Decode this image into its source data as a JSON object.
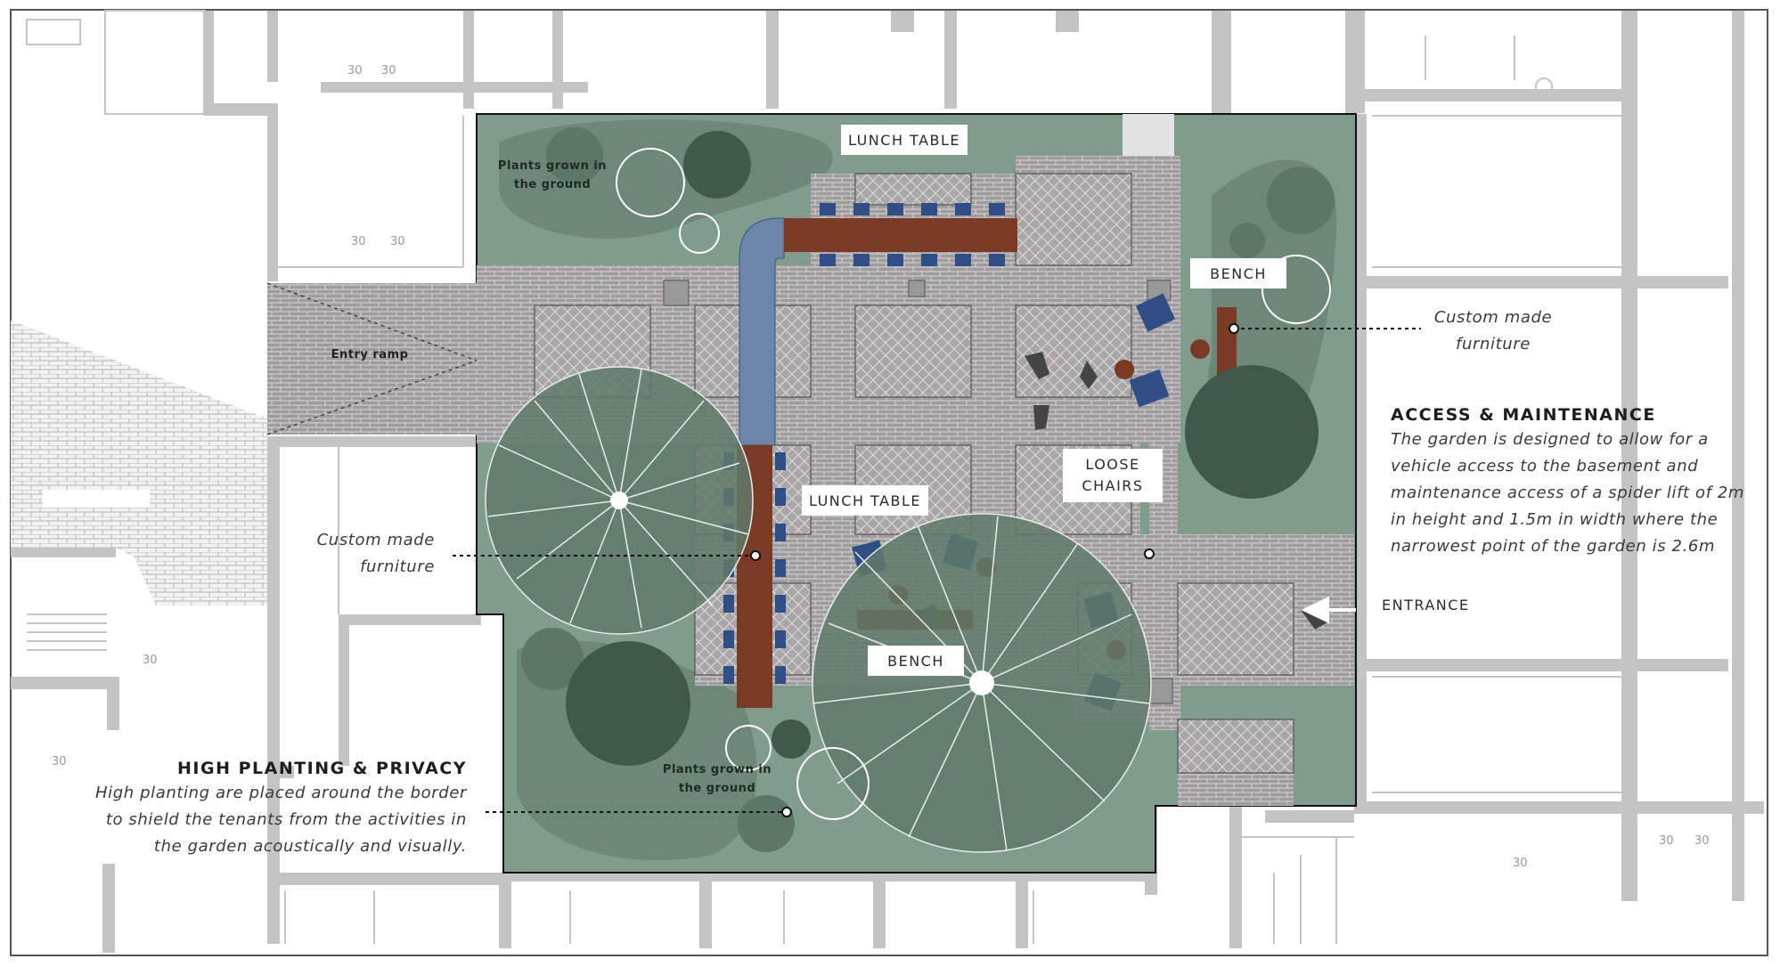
{
  "labels": {
    "lunch_table_top": "LUNCH TABLE",
    "lunch_table_mid": "LUNCH TABLE",
    "bench_right": "BENCH",
    "bench_bottom": "BENCH",
    "loose_chairs": [
      "LOOSE",
      "CHAIRS"
    ],
    "entrance": "ENTRANCE",
    "entry_ramp": "Entry ramp",
    "plants_top": [
      "Plants grown in",
      "the ground"
    ],
    "plants_bottom": [
      "Plants grown in",
      "the ground"
    ]
  },
  "annotations": {
    "custom_furniture_right": [
      "Custom made",
      "furniture"
    ],
    "custom_furniture_left": [
      "Custom made",
      "furniture"
    ],
    "access": {
      "title": "ACCESS & MAINTENANCE",
      "lines": [
        "The garden is designed to allow for a",
        "vehicle access to the basement and",
        "maintenance access of a spider lift of 2m",
        "in height and 1.5m in width where the",
        "narrowest point of the garden is 2.6m"
      ]
    },
    "planting": {
      "title": "HIGH PLANTING & PRIVACY",
      "lines": [
        "High planting are placed around the border",
        "to shield the tenants from the activities in",
        "the garden acoustically and visually."
      ]
    }
  },
  "plan_marks": [
    "30",
    "30",
    "30",
    "30",
    "30",
    "30",
    "30",
    "30",
    "30"
  ],
  "colors": {
    "garden_green": "#809c8b",
    "dark_green": "#6d8877",
    "paving": "#9a9698",
    "wall_gray": "#c4c4c4",
    "wood": "#7a3a26",
    "blue_water": "#6b86a8",
    "chair_blue": "#2e4e85"
  }
}
